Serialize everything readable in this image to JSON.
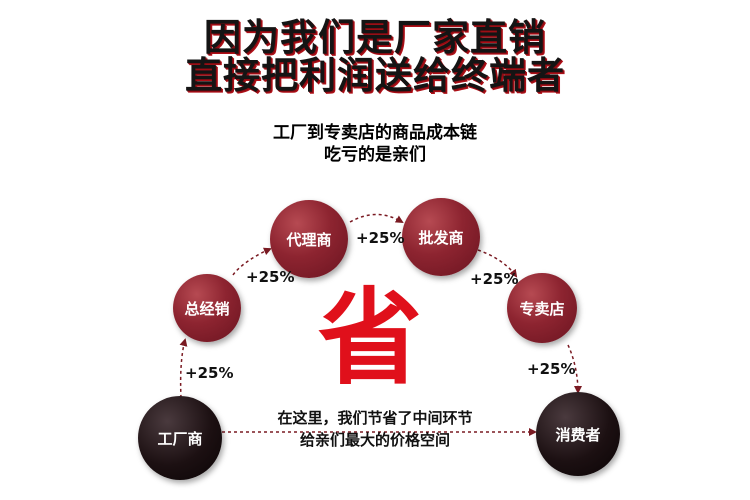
{
  "headline": {
    "line1": "因为我们是厂家直销",
    "line2": "直接把利润送给终端者"
  },
  "subtitle": {
    "line1": "工厂到专卖店的商品成本链",
    "line2": "吃亏的是亲们"
  },
  "nodes": {
    "factory": "工厂商",
    "general_distributor": "总经销",
    "agent": "代理商",
    "wholesaler": "批发商",
    "store": "专卖店",
    "consumer": "消费者"
  },
  "markups": {
    "factory_to_general": "+25%",
    "general_to_agent": "+25%",
    "agent_to_wholesaler": "+25%",
    "wholesaler_to_store": "+25%",
    "store_to_consumer": "+25%"
  },
  "big_char": "省",
  "bottom_text": {
    "line1": "在这里，我们节省了中间环节",
    "line2": "给亲们最大的价格空间"
  },
  "colors": {
    "accent_red": "#e0101b",
    "node_red": "#8d2430",
    "node_dark": "#1c1012",
    "arrow": "#7a1a22"
  }
}
